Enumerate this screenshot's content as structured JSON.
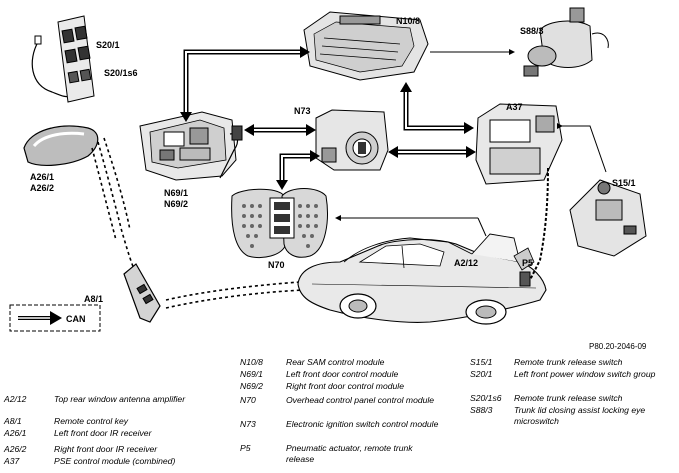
{
  "labels": {
    "s20_1": "S20/1",
    "s20_1s6": "S20/1s6",
    "n10_8": "N10/8",
    "s88_3": "S88/3",
    "a37": "A37",
    "n73": "N73",
    "a26_1": "A26/1",
    "a26_2": "A26/2",
    "n69_1": "N69/1",
    "n69_2": "N69/2",
    "s15_1": "S15/1",
    "n70": "N70",
    "a2_12": "A2/12",
    "p5": "P5",
    "a8_1": "A8/1",
    "can": "CAN"
  },
  "ref_code": "P80.20-2046-09",
  "legend": {
    "col1": [
      {
        "code": "A2/12",
        "desc": "Top rear window antenna amplifier"
      },
      {
        "code": "A8/1",
        "desc": "Remote control key"
      },
      {
        "code": "A26/1",
        "desc": "Left front door IR receiver"
      },
      {
        "code": "A26/2",
        "desc": "Right front door IR receiver"
      },
      {
        "code": "A37",
        "desc": "PSE control module (combined)"
      }
    ],
    "col2": [
      {
        "code": "N10/8",
        "desc": "Rear SAM control module"
      },
      {
        "code": "N69/1",
        "desc": "Left front door control module"
      },
      {
        "code": "N69/2",
        "desc": "Right front door control module"
      },
      {
        "code": "N70",
        "desc": "Overhead control panel control module"
      },
      {
        "code": "N73",
        "desc": "Electronic ignition switch control module"
      },
      {
        "code": "P5",
        "desc": "Pneumatic actuator, remote trunk release"
      }
    ],
    "col3": [
      {
        "code": "S15/1",
        "desc": "Remote trunk release switch"
      },
      {
        "code": "S20/1",
        "desc": "Left front power window switch group"
      },
      {
        "code": "S20/1s6",
        "desc": "Remote trunk release switch"
      },
      {
        "code": "S88/3",
        "desc": "Trunk lid closing assist locking eye microswitch"
      }
    ]
  }
}
